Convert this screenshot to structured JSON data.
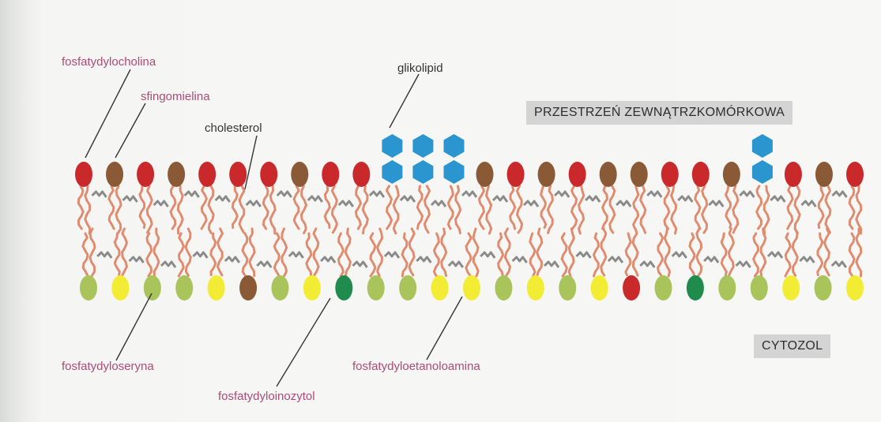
{
  "labels": {
    "fosfatydylocholina": "fosfatydylocholina",
    "sfingomielina": "sfingomielina",
    "cholesterol": "cholesterol",
    "glikolipid": "glikolipid",
    "fosfatydyloseryna": "fosfatydyloseryna",
    "fosfatydyloinozytol": "fosfatydyloinozytol",
    "fosfatydyloetanoloamina": "fosfatydyloetanoloamina"
  },
  "regions": {
    "extracellular": "PRZESTRZEŃ ZEWNĄTRZKOMÓRKOWA",
    "cytosol": "CYTOZOL"
  },
  "colors": {
    "phosphatidylcholine": "#c9292b",
    "sphingomyelin": "#8a5a36",
    "glycolipid": "#2b95d0",
    "phosphatidylserine": "#a9c45a",
    "phosphatidylinositol": "#1f8b4c",
    "phosphatidylethanolamine": "#f3ec35",
    "tail": "#e08a6e",
    "cholesterol": "#8a8a8a",
    "label_pink": "#b04a78"
  },
  "outer_leaflet": [
    "PC",
    "SM",
    "PC",
    "SM",
    "PC",
    "PC",
    "PC",
    "SM",
    "PC",
    "PC",
    "GL",
    "GL",
    "GL",
    "SM",
    "PC",
    "SM",
    "PC",
    "SM",
    "SM",
    "PC",
    "PC",
    "SM",
    "GL",
    "PC",
    "SM",
    "PC"
  ],
  "inner_leaflet": [
    "PS",
    "PE",
    "PS",
    "PS",
    "PE",
    "SM",
    "PS",
    "PE",
    "PI",
    "PS",
    "PS",
    "PE",
    "PE",
    "PS",
    "PE",
    "PS",
    "PE",
    "PC",
    "PS",
    "PI",
    "PS",
    "PS",
    "PE",
    "PS",
    "PE"
  ]
}
